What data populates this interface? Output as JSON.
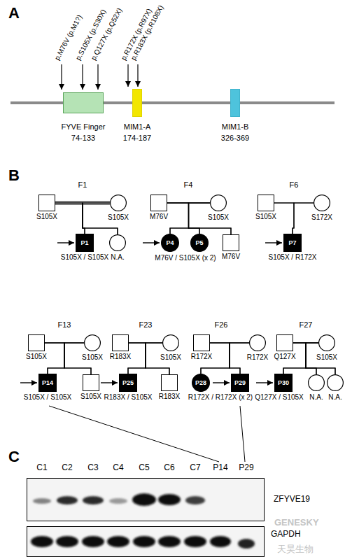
{
  "diagram": {
    "nodes": [
      {
        "text": [
          "FYVE Finger",
          "74-133"
        ]
      },
      {
        "text": [
          "MIM1-A",
          "174-187"
        ]
      },
      {
        "text": [
          "MIM1-B",
          "326-369"
        ]
      },
      {
        "text": [
          "S105X"
        ]
      },
      {
        "text": [
          "S105X"
        ]
      },
      {
        "text": [
          "P1",
          "S105X / S105X"
        ]
      },
      {
        "text": [
          "N.A."
        ]
      },
      {
        "text": [
          "M76V"
        ]
      },
      {
        "text": [
          "S105X"
        ]
      },
      {
        "text": [
          "P4",
          "M76V / S105X (x 2)"
        ]
      },
      {
        "text": [
          "P5"
        ]
      },
      {
        "text": [
          "M76V"
        ]
      },
      {
        "text": [
          "S105X"
        ]
      },
      {
        "text": [
          "S172X"
        ]
      },
      {
        "text": [
          "P7",
          "S105X / R172X"
        ]
      },
      {
        "text": [
          "S105X"
        ]
      },
      {
        "text": [
          "S105X"
        ]
      },
      {
        "text": [
          "P14",
          "S105X / S105X"
        ]
      },
      {
        "text": [
          "S105X"
        ]
      },
      {
        "text": [
          "R183X"
        ]
      },
      {
        "text": [
          "S105X"
        ]
      },
      {
        "text": [
          "P25",
          "R183X / S105X"
        ]
      },
      {
        "text": [
          "R183X"
        ]
      },
      {
        "text": [
          "R172X"
        ]
      },
      {
        "text": [
          "R172X"
        ]
      },
      {
        "text": [
          "P28"
        ]
      },
      {
        "text": [
          "P29",
          "R172X / R172X (x 2)"
        ]
      },
      {
        "text": [
          "Q127X"
        ]
      },
      {
        "text": [
          "S105X"
        ]
      },
      {
        "text": [
          "P30",
          "Q127X / S105X"
        ]
      },
      {
        "text": [
          "N.A."
        ]
      },
      {
        "text": [
          "N.A."
        ]
      },
      {
        "text": [
          "ZFYVE19"
        ]
      },
      {
        "text": [
          "GAPDH"
        ]
      }
    ],
    "edges": [
      {
        "from": 3,
        "to": 4,
        "arrow": "none"
      },
      {
        "from": 3,
        "to": 5,
        "arrow": "none"
      },
      {
        "from": 4,
        "to": 5,
        "arrow": "none"
      },
      {
        "from": 3,
        "to": 6,
        "arrow": "none"
      },
      {
        "from": 4,
        "to": 6,
        "arrow": "none"
      },
      {
        "from": 7,
        "to": 8,
        "arrow": "none"
      },
      {
        "from": 7,
        "to": 9,
        "arrow": "none"
      },
      {
        "from": 8,
        "to": 9,
        "arrow": "none"
      },
      {
        "from": 7,
        "to": 10,
        "arrow": "none"
      },
      {
        "from": 8,
        "to": 10,
        "arrow": "none"
      },
      {
        "from": 7,
        "to": 11,
        "arrow": "none"
      },
      {
        "from": 8,
        "to": 11,
        "arrow": "none"
      },
      {
        "from": 12,
        "to": 13,
        "arrow": "none"
      },
      {
        "from": 12,
        "to": 14,
        "arrow": "none"
      },
      {
        "from": 13,
        "to": 14,
        "arrow": "none"
      },
      {
        "from": 15,
        "to": 16,
        "arrow": "none"
      },
      {
        "from": 15,
        "to": 17,
        "arrow": "none"
      },
      {
        "from": 16,
        "to": 17,
        "arrow": "none"
      },
      {
        "from": 15,
        "to": 18,
        "arrow": "none"
      },
      {
        "from": 16,
        "to": 18,
        "arrow": "none"
      },
      {
        "from": 19,
        "to": 20,
        "arrow": "none"
      },
      {
        "from": 19,
        "to": 21,
        "arrow": "none"
      },
      {
        "from": 20,
        "to": 21,
        "arrow": "none"
      },
      {
        "from": 19,
        "to": 22,
        "arrow": "none"
      },
      {
        "from": 20,
        "to": 22,
        "arrow": "none"
      },
      {
        "from": 23,
        "to": 24,
        "arrow": "none"
      },
      {
        "from": 23,
        "to": 25,
        "arrow": "none"
      },
      {
        "from": 24,
        "to": 25,
        "arrow": "none"
      },
      {
        "from": 23,
        "to": 26,
        "arrow": "none"
      },
      {
        "from": 24,
        "to": 26,
        "arrow": "none"
      },
      {
        "from": 27,
        "to": 28,
        "arrow": "none"
      },
      {
        "from": 27,
        "to": 29,
        "arrow": "none"
      },
      {
        "from": 28,
        "to": 29,
        "arrow": "none"
      },
      {
        "from": 27,
        "to": 30,
        "arrow": "none"
      },
      {
        "from": 28,
        "to": 30,
        "arrow": "none"
      },
      {
        "from": 27,
        "to": 31,
        "arrow": "none"
      },
      {
        "from": 28,
        "to": 31,
        "arrow": "none"
      }
    ],
    "labels": [
      "A",
      "p.M76V (p.M1?)",
      "p.S105X (p.S30X)",
      "p.Q127X (p.Q52X)",
      "p.R172X (p.R97X)",
      "p.R183X (p.R108X)",
      "B",
      "F1",
      "F4",
      "F6",
      "F13",
      "F23",
      "F26",
      "F27",
      "C",
      "C1",
      "C2",
      "C3",
      "C4",
      "C5",
      "C6",
      "C7",
      "P14",
      "P29",
      "GENESKY",
      "天昊生物"
    ]
  }
}
